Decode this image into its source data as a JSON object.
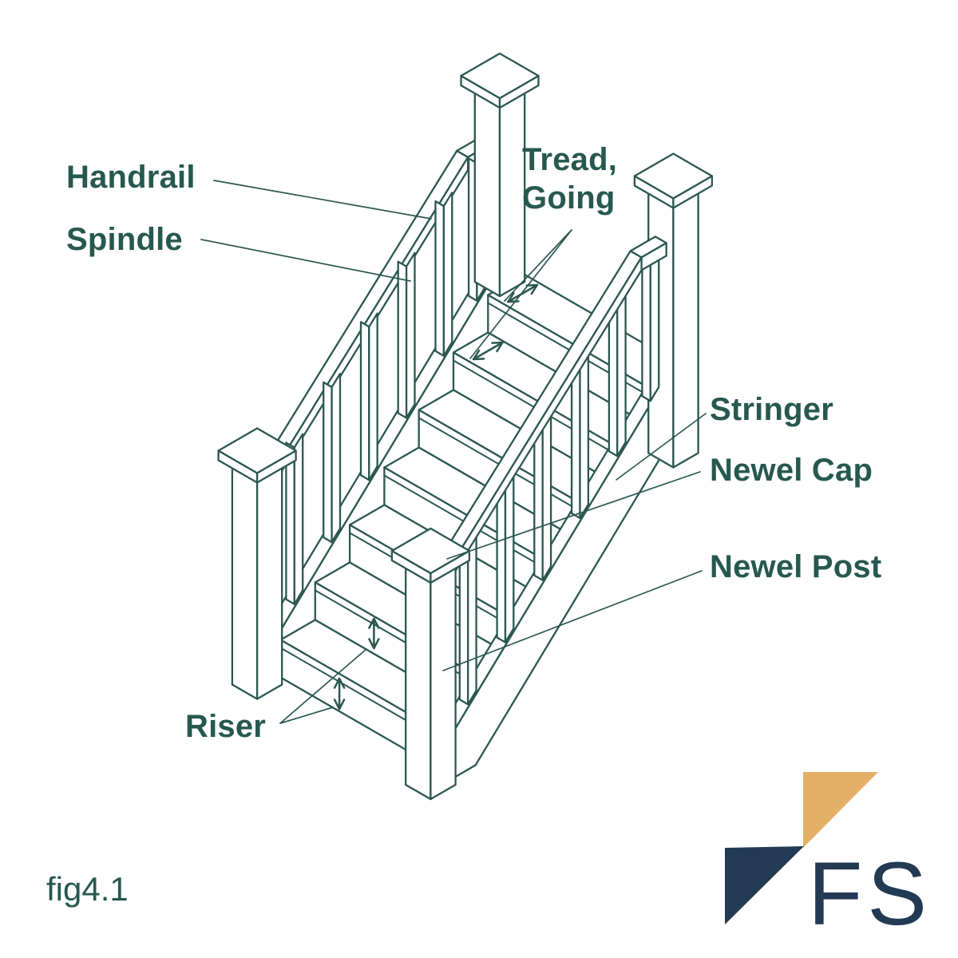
{
  "colors": {
    "line": "#2B5750",
    "label": "#27584F",
    "logo_navy": "#223A54",
    "logo_gold": "#E4AF66"
  },
  "labels": {
    "handrail": "Handrail",
    "spindle": "Spindle",
    "tread_going_line1": "Tread,",
    "tread_going_line2": "Going",
    "stringer": "Stringer",
    "newel_cap": "Newel Cap",
    "newel_post": "Newel Post",
    "riser": "Riser"
  },
  "caption": "fig4.1",
  "logo": {
    "text": "FS"
  }
}
